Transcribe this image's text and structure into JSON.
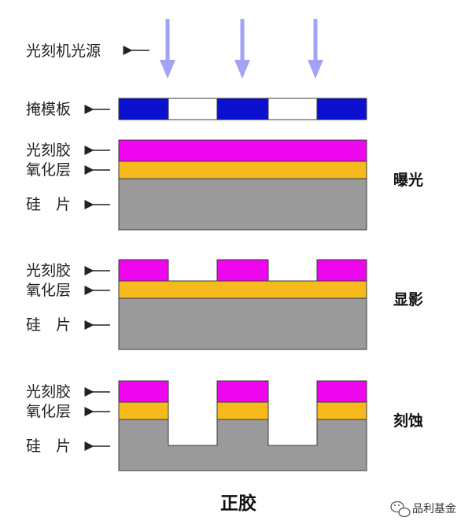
{
  "colors": {
    "light_arrow": "#a3a3f5",
    "mask_dark": "#0a0fd0",
    "mask_clear": "#ffffff",
    "photoresist": "#ee06ee",
    "oxide": "#f6ba1c",
    "silicon": "#9a9a9a",
    "pointer": "#222222"
  },
  "labels": {
    "light_source": "光刻机光源",
    "mask": "掩模板"
  },
  "stages": [
    {
      "name": "曝光",
      "resist_label": "光刻胶",
      "oxide_label": "氧化层",
      "silicon_label": "硅　片"
    },
    {
      "name": "显影",
      "resist_label": "光刻胶",
      "oxide_label": "氧化层",
      "silicon_label": "硅　片"
    },
    {
      "name": "刻蚀",
      "resist_label": "光刻胶",
      "oxide_label": "氧化层",
      "silicon_label": "硅　片"
    }
  ],
  "title": "正胶",
  "watermark": {
    "icon": "wechat-icon",
    "text": "品利基金"
  }
}
